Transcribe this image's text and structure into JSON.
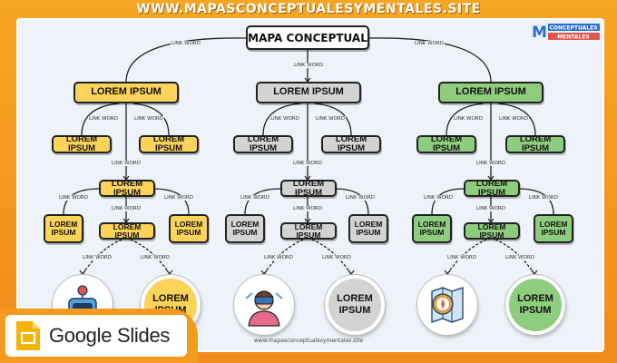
{
  "site_url_top": "WWW.MAPASCONCEPTUALESYMENTALES.SITE",
  "site_url_bottom": "www.mapasconceptualesymentales.site",
  "logo": {
    "line1": "CONCEPTUALES",
    "line2": "MENTALES",
    "mark": "M"
  },
  "badge": "Google Slides",
  "title": "MAPA CONCEPTUAL",
  "link_word": "LINK WORD",
  "node_text": "LOREM IPSUM",
  "node_text_l1": "LOREM",
  "node_text_l2": "IPSUM",
  "colors": {
    "yellow": "#fdd35a",
    "gray": "#d3d3d3",
    "green": "#8fcd7e",
    "frame": "#f39a1f"
  },
  "icons": [
    "vr-robot-icon",
    "vr-headset-person-icon",
    "map-compass-icon"
  ]
}
